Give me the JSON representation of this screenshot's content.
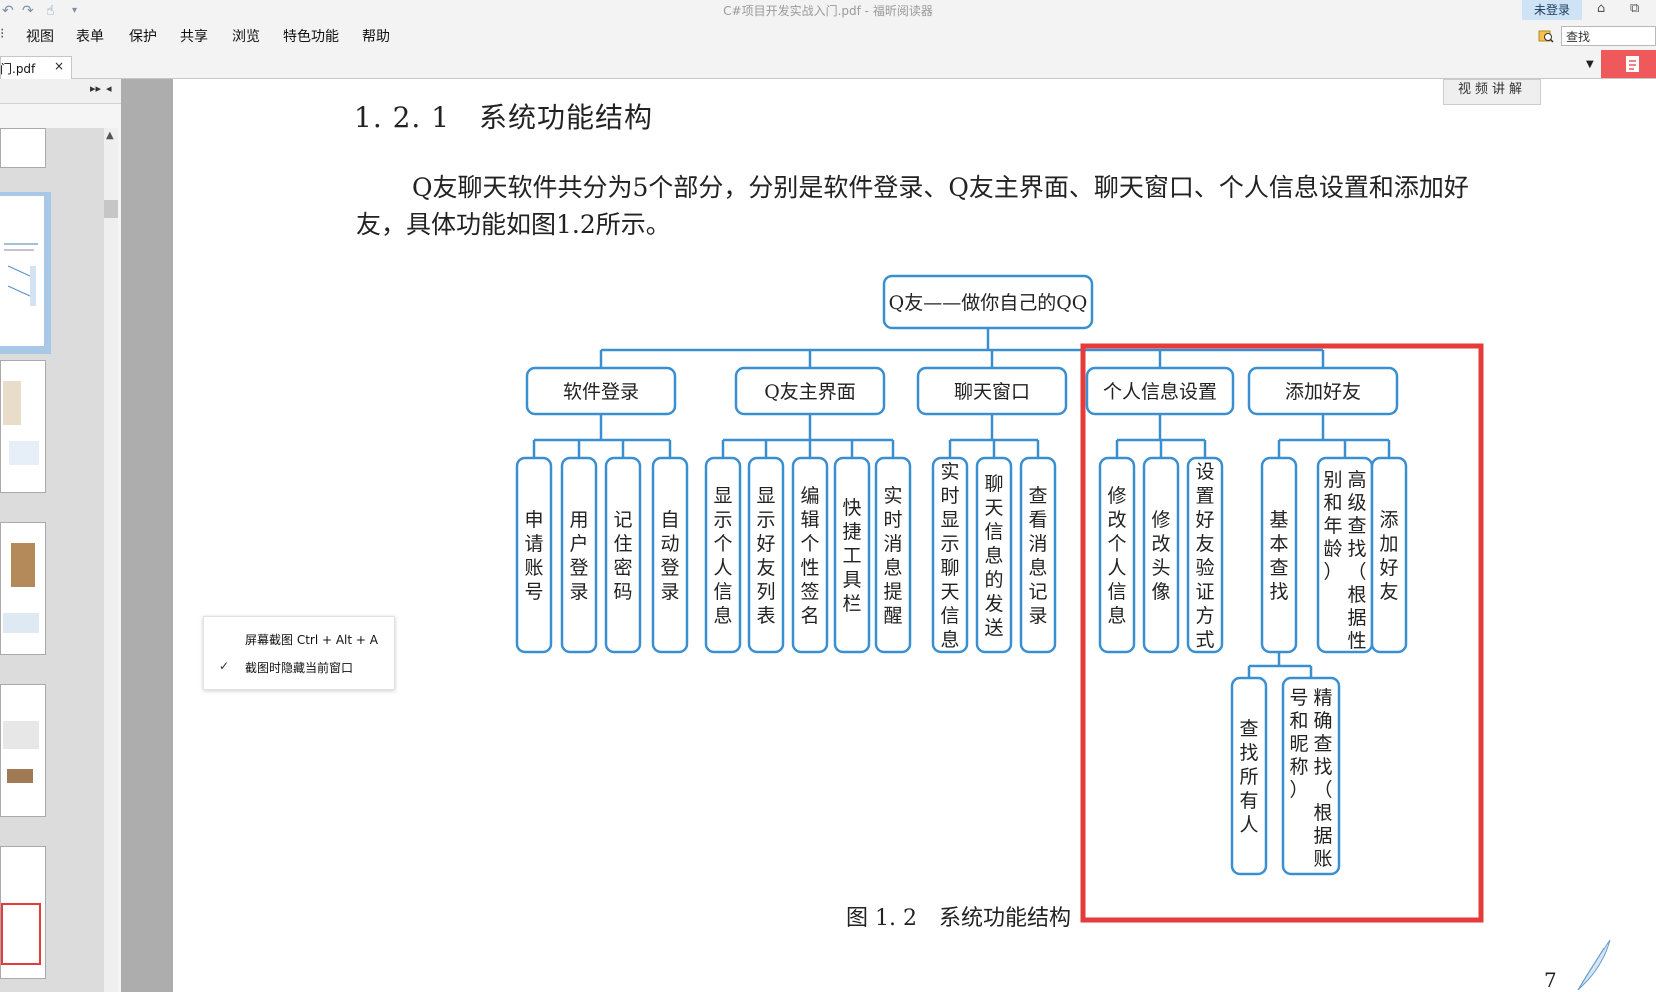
{
  "window": {
    "title": "C#项目开发实战入门.pdf - 福昕阅读器",
    "login_label": "未登录",
    "quick_access": [
      "undo-icon",
      "redo-icon",
      "hand-icon",
      "customize-icon"
    ]
  },
  "menu": {
    "items": [
      "视图",
      "表单",
      "保护",
      "共享",
      "浏览",
      "特色功能",
      "帮助"
    ],
    "search_value": "查找"
  },
  "tab": {
    "label": "门.pdf",
    "close": "×",
    "dropdown": "▼"
  },
  "left_panel": {
    "expand": "▸▸",
    "collapse": "◂",
    "scroll_up": "▲"
  },
  "document": {
    "section_heading": "1. 2. 1　系统功能结构",
    "paragraph_line1": "Q友聊天软件共分为5个部分，分别是软件登录、Q友主界面、聊天窗口、个人信息设置和添加好",
    "paragraph_line2": "友，具体功能如图1.2所示。",
    "video_badge": "视频讲解",
    "caption": "图 1. 2　系统功能结构",
    "page_number": "7"
  },
  "diagram": {
    "root": "Q友——做你自己的QQ",
    "branches": [
      {
        "label": "软件登录",
        "leaves": [
          "申请账号",
          "用户登录",
          "记住密码",
          "自动登录"
        ]
      },
      {
        "label": "Q友主界面",
        "leaves": [
          "显示个人信息",
          "显示好友列表",
          "编辑个性签名",
          "快捷工具栏",
          "实时消息提醒"
        ]
      },
      {
        "label": "聊天窗口",
        "leaves": [
          "实时显示聊天信息",
          "聊天信息的发送",
          "查看消息记录"
        ]
      },
      {
        "label": "个人信息设置",
        "leaves": [
          "修改个人信息",
          "修改头像",
          "设置好友验证方式"
        ]
      },
      {
        "label": "添加好友",
        "leaves": [
          "基本查找",
          "高级查找（根据性别和年龄）",
          "添加好友"
        ]
      }
    ],
    "sub_leaves": [
      "查找所有人",
      "精确查找（根据账号和昵称）"
    ],
    "highlight_color": "#e63b3b",
    "line_color": "#3a8fd1"
  },
  "context_menu": {
    "item1": "屏幕截图 Ctrl + Alt + A",
    "item2": "截图时隐藏当前窗口",
    "item2_checked": true
  }
}
